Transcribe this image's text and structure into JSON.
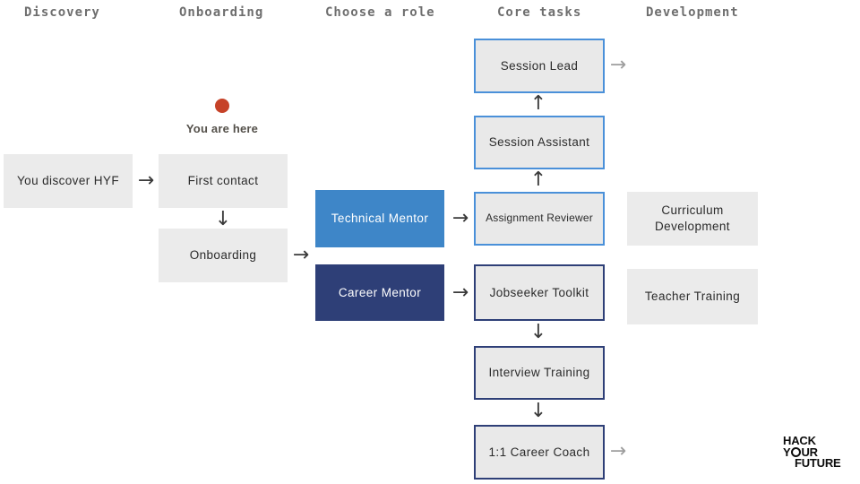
{
  "columns": [
    {
      "label": "Discovery"
    },
    {
      "label": "Onboarding"
    },
    {
      "label": "Choose a role"
    },
    {
      "label": "Core tasks"
    },
    {
      "label": "Development"
    }
  ],
  "marker": {
    "label": "You are here"
  },
  "nodes": {
    "you_discover_hyf": {
      "label": "You discover HYF"
    },
    "first_contact": {
      "label": "First contact"
    },
    "onboarding": {
      "label": "Onboarding"
    },
    "technical_mentor": {
      "label": "Technical Mentor"
    },
    "career_mentor": {
      "label": "Career Mentor"
    },
    "session_lead": {
      "label": "Session Lead"
    },
    "session_assistant": {
      "label": "Session Assistant"
    },
    "assignment_reviewer": {
      "label": "Assignment Reviewer"
    },
    "jobseeker_toolkit": {
      "label": "Jobseeker Toolkit"
    },
    "interview_training": {
      "label": "Interview Training"
    },
    "career_coach": {
      "label": "1:1 Career Coach"
    },
    "curriculum_development": {
      "label": "Curriculum Development"
    },
    "teacher_training": {
      "label": "Teacher Training"
    }
  },
  "glyphs": {
    "right": "→",
    "down": "↓",
    "up": "↑"
  },
  "logo": {
    "line1": "HACK",
    "line2_start": "Y",
    "line2_end": "UR",
    "line3": "FUTURE"
  },
  "colors": {
    "accent_blue": "#3e86c8",
    "accent_navy": "#2e3f77",
    "border_blue": "#4a90d9",
    "marker_red": "#c64228",
    "box_gray": "#ebebeb",
    "header_gray": "#6e6e6e"
  }
}
